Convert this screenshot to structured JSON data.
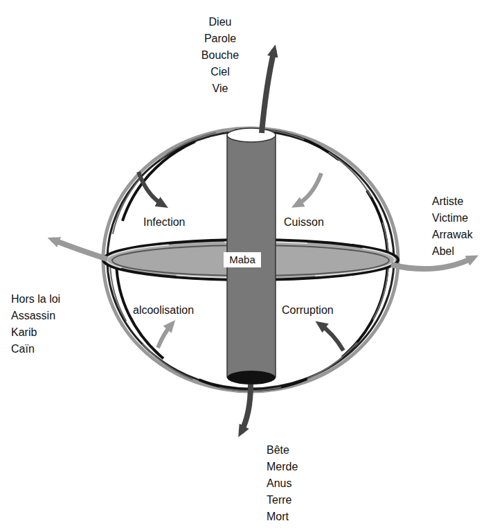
{
  "diagram": {
    "nodes": [
      {
        "text": [
          "Maba"
        ]
      }
    ],
    "labels": [
      "Dieu",
      "Parole",
      "Bouche",
      "Ciel",
      "Vie",
      "Artiste",
      "Victime",
      "Arrawak",
      "Abel",
      "Infection",
      "Cuisson",
      "Hors la loi",
      "Assassin",
      "Karib",
      "Caïn",
      "alcoolisation",
      "Corruption",
      "Bête",
      "Merde",
      "Anus",
      "Terre",
      "Mort"
    ]
  }
}
